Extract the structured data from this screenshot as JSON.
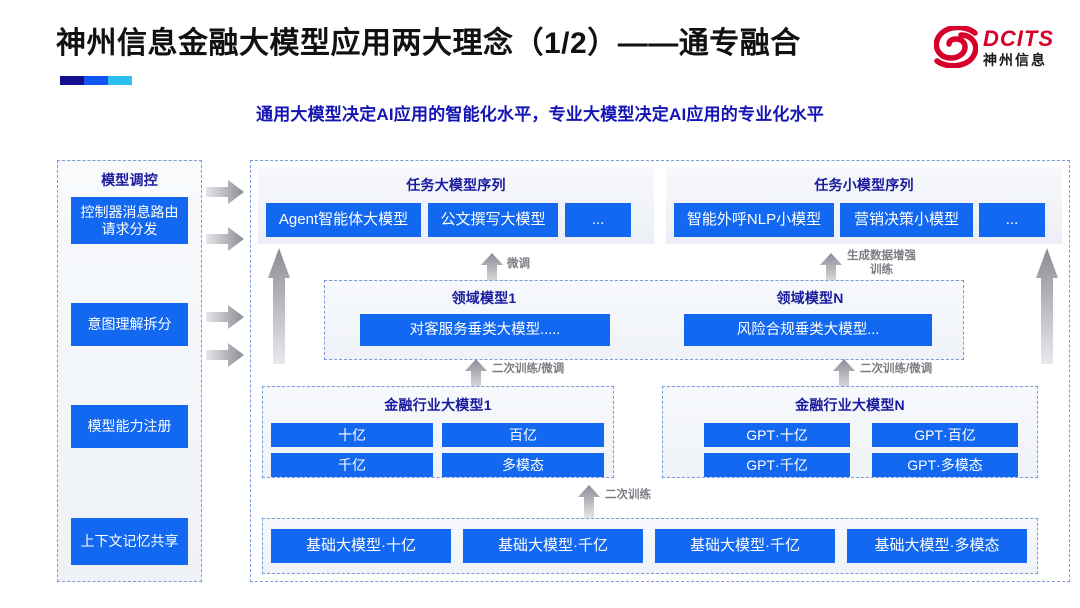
{
  "header": {
    "title": "神州信息金融大模型应用两大理念（1/2）——通专融合",
    "subtitle": "通用大模型决定AI应用的智能化水平，专业大模型决定AI应用的专业化水平",
    "accent_colors": [
      "#120F8F",
      "#1155F5",
      "#2BC0F0"
    ],
    "logo": {
      "en": "DCITS",
      "cn": "神州信息",
      "mark_color": "#D6002A",
      "en_color": "#D6002A",
      "cn_color": "#1A1A1A"
    }
  },
  "theme": {
    "chip_blue": "#1268F0",
    "heading_blue": "#1A1A9E",
    "subtitle_blue": "#1414B4",
    "dashed_border": "#7C9BD6",
    "arrow_gray": "#9a9aa2"
  },
  "left_column": {
    "title": "模型调控",
    "items": [
      {
        "label": "控制器消息路由请求分发"
      },
      {
        "label": "意图理解拆分"
      },
      {
        "label": "模型能力注册"
      },
      {
        "label": "上下文记忆共享"
      }
    ]
  },
  "task_large_models": {
    "heading": "任务大模型序列",
    "chips": [
      "Agent智能体大模型",
      "公文撰写大模型",
      "..."
    ]
  },
  "task_small_models": {
    "heading": "任务小模型序列",
    "chips": [
      "智能外呼NLP小模型",
      "营销决策小模型",
      "..."
    ]
  },
  "domain_models": [
    {
      "heading": "领域模型1",
      "chip": "对客服务垂类大模型....."
    },
    {
      "heading": "领域模型N",
      "chip": "风险合规垂类大模型..."
    }
  ],
  "industry_models": [
    {
      "heading": "金融行业大模型1",
      "chips": [
        "十亿",
        "百亿",
        "千亿",
        "多模态"
      ]
    },
    {
      "heading": "金融行业大模型N",
      "chips": [
        "GPT·十亿",
        "GPT·百亿",
        "GPT·千亿",
        "GPT·多模态"
      ]
    }
  ],
  "base_models": {
    "chips": [
      "基础大模型·十亿",
      "基础大模型·千亿",
      "基础大模型·千亿",
      "基础大模型·多模态"
    ]
  },
  "arrow_labels": {
    "finetune": "微调",
    "data_augment": "生成数据增强\n训练",
    "data_augment_line1": "生成数据增强",
    "data_augment_line2": "训练",
    "retrain_finetune_left": "二次训练/微调",
    "retrain_finetune_right": "二次训练/微调",
    "retrain": "二次训练"
  }
}
